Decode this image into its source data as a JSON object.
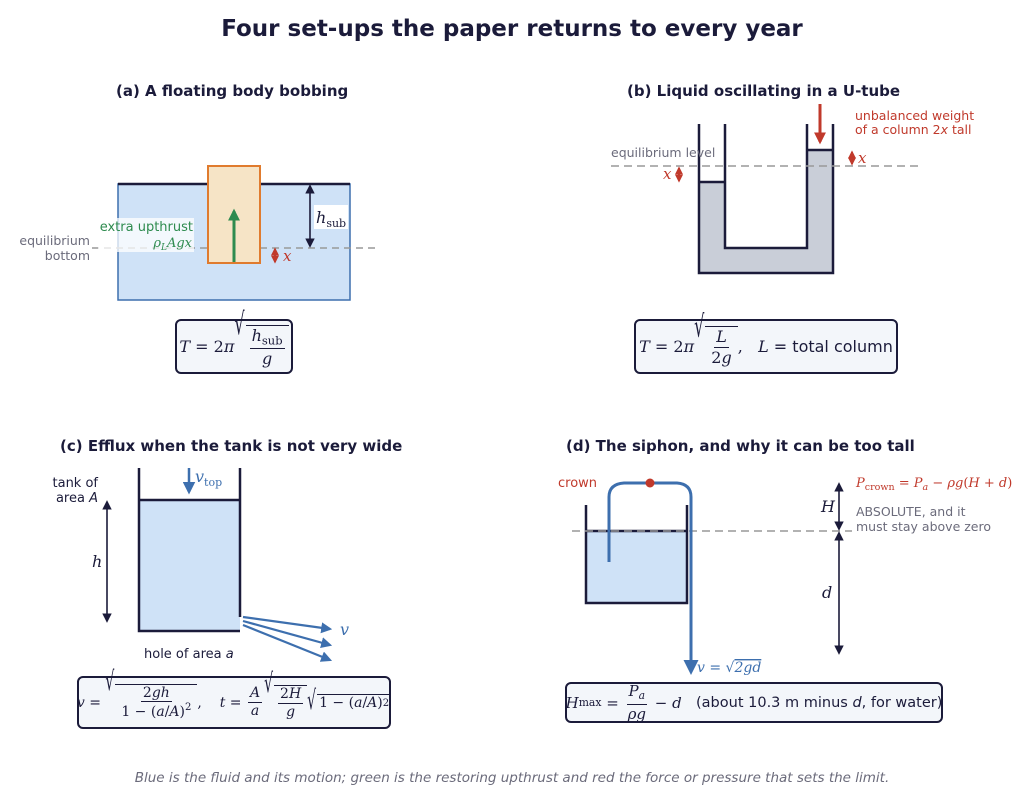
{
  "title": "Four set-ups the paper returns to every year",
  "footer": "Blue is the fluid and its motion; green is the restoring upthrust and red the force or pressure that sets the limit.",
  "colors": {
    "fluid_fill": "#cfe2f7",
    "fluid_line": "#3d6fae",
    "dark": "#1b1b3a",
    "float_fill": "#f6e4c6",
    "float_edge": "#e07b2e",
    "upthrust": "#2e8b4f",
    "force": "#c0392b",
    "utube_fill": "#c9ced8",
    "muted": "#6b6b7b"
  },
  "panel_a": {
    "title": "(a) A floating body bobbing",
    "label_equilibrium": "equilibrium",
    "label_bottom": "bottom",
    "label_upthrust": "extra upthrust",
    "label_upthrust_formula": "ρLAgx",
    "label_hsub": "hsub",
    "label_x": "x",
    "formula": "T = 2π √(hsub / g)"
  },
  "panel_b": {
    "title": "(b) Liquid oscillating in a U-tube",
    "label_equilibrium_level": "equilibrium level",
    "label_force_1": "unbalanced weight",
    "label_force_2": "of a column 2x tall",
    "label_x": "x",
    "formula": "T = 2π √(L / 2g),   L = total column",
    "formula_note": "= total column"
  },
  "panel_c": {
    "title": "(c) Efflux when the tank is not very wide",
    "label_tank_1": "tank of",
    "label_tank_2": "area A",
    "label_h": "h",
    "label_vtop": "vtop",
    "label_v": "v",
    "label_hole": "hole of area a",
    "formula": "v = √(2gh / (1 − (a/A)²)),   t = (A/a) √(2H/g) √(1 − (a/A)²)"
  },
  "panel_d": {
    "title": "(d) The siphon, and why it can be too tall",
    "label_crown": "crown",
    "label_H": "H",
    "label_d": "d",
    "label_pcrown": "Pcrown = Pa − ρg(H + d)",
    "label_abs_1": "ABSOLUTE, and it",
    "label_abs_2": "must stay above zero",
    "label_v": "v = √(2gd)",
    "formula": "Hmax = Pa/ρg − d   (about 10.3 m minus d, for water)",
    "formula_note": "(about 10.3 m minus d, for water)"
  }
}
